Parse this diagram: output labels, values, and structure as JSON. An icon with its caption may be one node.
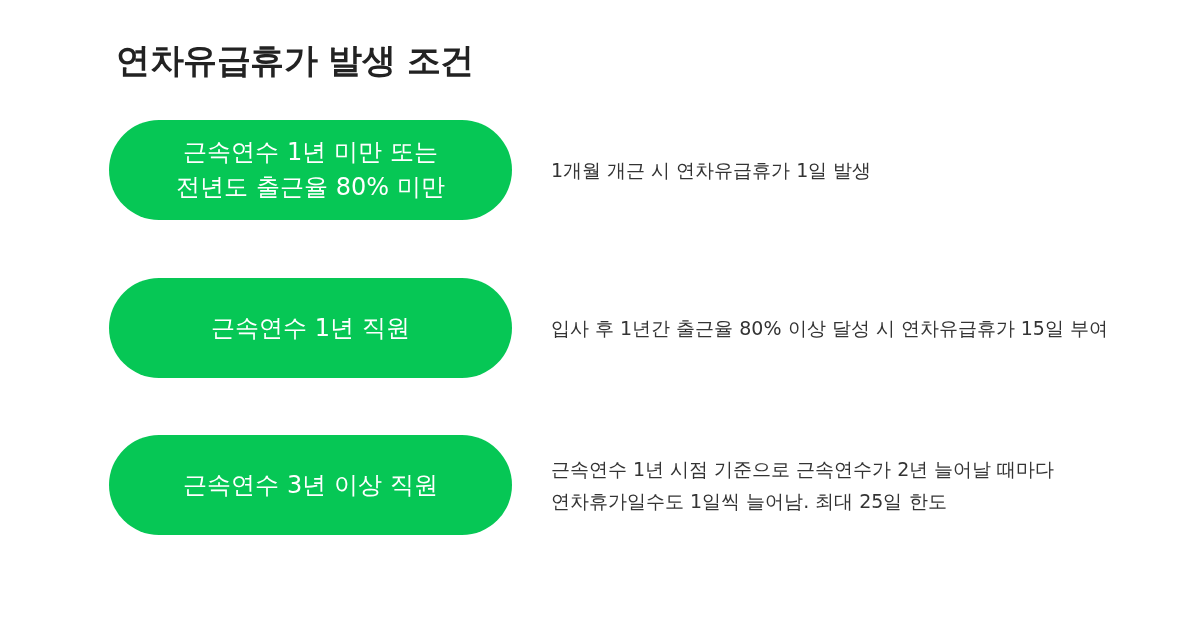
{
  "diagram": {
    "title": "연차유급휴가 발생 조건",
    "nodes": [
      {
        "text": [
          "근속연수 1년 미만 또는 전년도 출근율 80% 미만"
        ],
        "beside": [
          "1개월 개근 시 연차유급휴가 1일 발생"
        ]
      },
      {
        "text": [
          "근속연수 1년 직원"
        ],
        "beside": [
          "입사 후 1년간 출근율 80% 이상 달성 시 연차유급휴가 15일 부여"
        ]
      },
      {
        "text": [
          "근속연수 3년 이상 직원"
        ],
        "beside": [
          "근속연수 1년 시점 기준으로 근속연수가 2년 늘어날 때마다 연차휴가일수도 1일씩 늘어남. 최대 25일 한도"
        ]
      }
    ]
  }
}
